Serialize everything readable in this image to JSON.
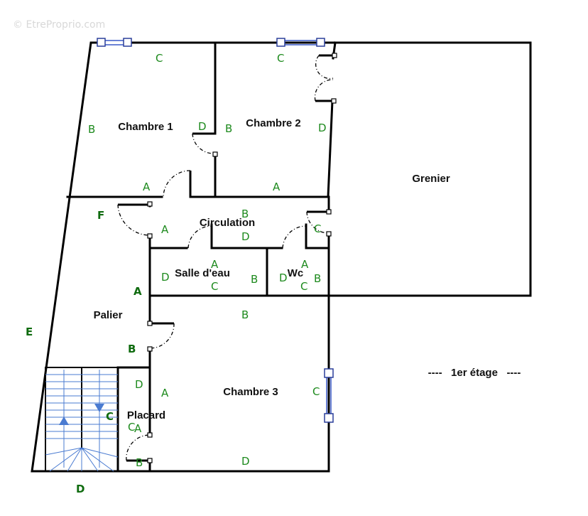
{
  "watermark": "© EtreProprio.com",
  "rooms": {
    "chambre1": "Chambre 1",
    "chambre2": "Chambre 2",
    "grenier": "Grenier",
    "circulation": "Circulation",
    "salle_eau": "Salle d'eau",
    "wc": "Wc",
    "palier": "Palier",
    "chambre3": "Chambre 3",
    "placard": "Placard"
  },
  "floor_label": "----   1er étage   ----",
  "wall_labels": {
    "a": "A",
    "b": "B",
    "c": "C",
    "d": "D",
    "e": "E",
    "f": "F"
  },
  "colors": {
    "walls": "#000000",
    "wall_labels": "#1d8a1d",
    "windows": "#3858c8",
    "stair_lines": "#4a7bd1",
    "background": "#ffffff"
  }
}
